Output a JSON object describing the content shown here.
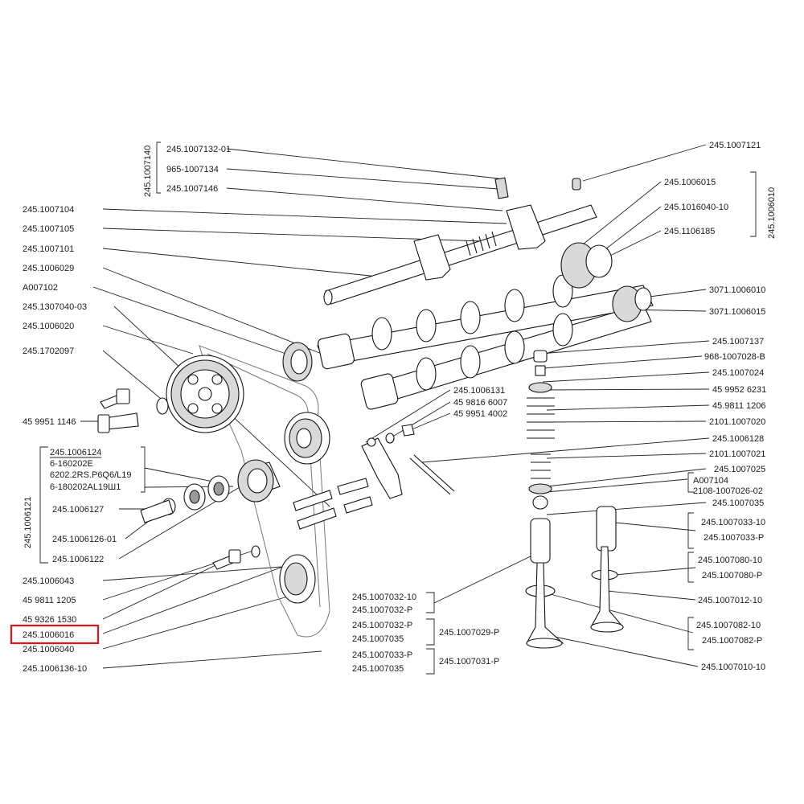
{
  "labels": {
    "l_1007132_01": "245.1007132-01",
    "l_965_1007134": "965-1007134",
    "l_1007146": "245.1007146",
    "g_1007140": "245.1007140",
    "l_1007104": "245.1007104",
    "l_1007105": "245.1007105",
    "l_1007101": "245.1007101",
    "l_1006029": "245.1006029",
    "l_A007102": "A007102",
    "l_1307040_03": "245.1307040-03",
    "l_1006020": "245.1006020",
    "l_1702097": "245.1702097",
    "l_459951146": "45 9951 1146",
    "l_1006124": "245.1006124",
    "l_6_160202E": "6-160202E",
    "l_6202": "6202.2RS.P6Q6/L19",
    "l_6_180202": "6-180202AL19Ш1",
    "g_1006121": "245.1006121",
    "l_1006127": "245.1006127",
    "l_1006126_01": "245.1006126-01",
    "l_1006122": "245.1006122",
    "l_1006043": "245.1006043",
    "l_459811205": "45 9811 1205",
    "l_459326": "45 9326 1530",
    "l_1006016": "245.1006016",
    "l_1006040": "245.1006040",
    "l_1006136_10": "245.1006136-10",
    "l_1007121": "245.1007121",
    "l_1006015": "245.1006015",
    "l_1016040_10": "245.1016040-10",
    "l_1106185": "245.1106185",
    "g_1006010": "245.1006010",
    "l_3071_1006010": "3071.1006010",
    "l_3071_1006015": "3071.1006015",
    "l_1007137": "245.1007137",
    "l_968_1007028": "968-1007028-B",
    "l_1007024": "245.1007024",
    "l_459952": "45 9952 6231",
    "l_459811206": "45.9811 1206",
    "l_2101_1007020": "2101.1007020",
    "l_1006128": "245.1006128",
    "l_2101_1007021": "2101.1007021",
    "l_1007025": "245.1007025",
    "l_A007104": "A007104",
    "l_2108_1007026": "2108-1007026-02",
    "l_1007035_r": "245.1007035",
    "l_1007033_10": "245.1007033-10",
    "l_1007033_P": "245.1007033-P",
    "l_1007080_10": "245.1007080-10",
    "l_1007080_P": "245.1007080-P",
    "l_1007012_10": "245.1007012-10",
    "l_1007082_10": "245.1007082-10",
    "l_1007082_P": "245.1007082-P",
    "l_1007010_10": "245.1007010-10",
    "l_1006131": "245.1006131",
    "l_459816": "45 9816 6007",
    "l_459951402": "45 9951 4002",
    "l_1007032_10": "245.1007032-10",
    "l_1007032_P_a": "245.1007032-P",
    "l_1007032_P_b": "245.1007032-P",
    "l_1007035_a": "245.1007035",
    "l_1007029_P": "245.1007029-P",
    "l_1007033_P_c": "245.1007033-P",
    "l_1007035_b": "245.1007035",
    "l_1007031_P": "245.1007031-P"
  },
  "highlighted_part": "245.1006016",
  "colors": {
    "highlight": "#e0141e",
    "line": "#111111",
    "shade": "#d9d9d9"
  }
}
